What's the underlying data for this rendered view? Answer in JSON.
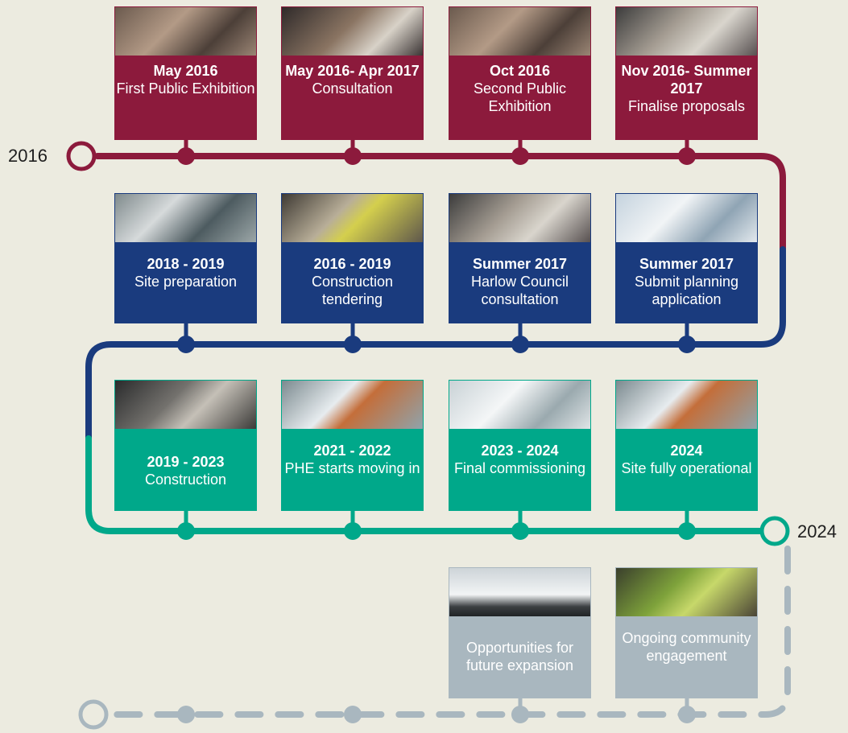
{
  "timeline": {
    "start_year": "2016",
    "end_year": "2024",
    "colors": {
      "row1": "#8C1A3C",
      "row2": "#1A3B7E",
      "row3": "#00A88A",
      "future": "#A9B7BF"
    },
    "rows": [
      {
        "phase": "row1",
        "items": [
          {
            "date": "May 2016",
            "desc": "First Public Exhibition",
            "photo": "exhibition-photo"
          },
          {
            "date": "May 2016-\nApr 2017",
            "desc": "Consultation",
            "photo": "consultation-photo"
          },
          {
            "date": "Oct 2016",
            "desc": "Second Public Exhibition",
            "photo": "exhibition-photo"
          },
          {
            "date": "Nov 2016-\nSummer 2017",
            "desc": "Finalise proposals",
            "photo": "meeting-photo"
          }
        ]
      },
      {
        "phase": "row2",
        "items": [
          {
            "date": "2018 - 2019",
            "desc": "Site preparation",
            "photo": "site-photo"
          },
          {
            "date": "2016 - 2019",
            "desc": "Construction tendering",
            "photo": "workers-photo"
          },
          {
            "date": "Summer 2017",
            "desc": "Harlow Council consultation",
            "photo": "meeting-photo"
          },
          {
            "date": "Summer 2017",
            "desc": "Submit planning application",
            "photo": "plans-photo"
          }
        ]
      },
      {
        "phase": "row3",
        "items": [
          {
            "date": "2019 - 2023",
            "desc": "Construction",
            "photo": "construction-photo"
          },
          {
            "date": "2021 - 2022",
            "desc": "PHE starts moving in",
            "photo": "lab-photo"
          },
          {
            "date": "2023 - 2024",
            "desc": "Final commissioning",
            "photo": "corridor-photo"
          },
          {
            "date": "2024",
            "desc": "Site fully operational",
            "photo": "lab-photo"
          }
        ]
      },
      {
        "phase": "future",
        "items": [
          {
            "date": "",
            "desc": "Opportunities for future expansion",
            "photo": "cranes-photo"
          },
          {
            "date": "",
            "desc": "Ongoing community engagement",
            "photo": "community-photo"
          }
        ]
      }
    ]
  }
}
